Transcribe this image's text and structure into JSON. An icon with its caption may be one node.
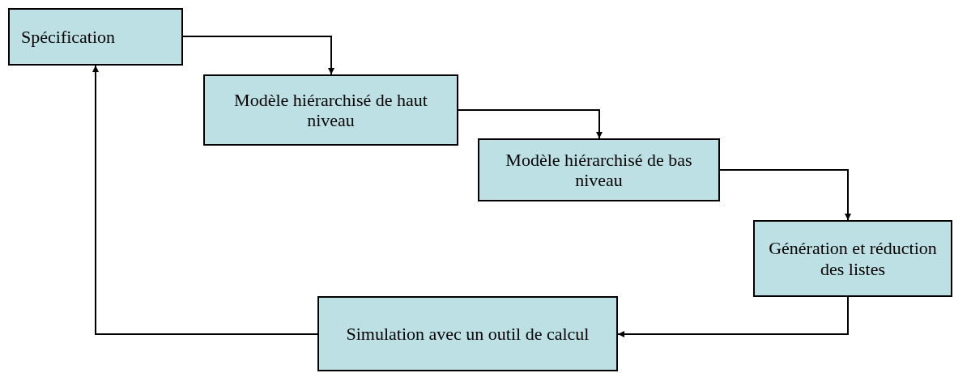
{
  "diagram": {
    "nodes": [
      {
        "text": [
          "Spécification"
        ]
      },
      {
        "text": [
          "Modèle hiérarchisé de haut niveau"
        ]
      },
      {
        "text": [
          "Modèle hiérarchisé de bas niveau"
        ]
      },
      {
        "text": [
          "Génération et réduction des listes"
        ]
      },
      {
        "text": [
          "Simulation avec un outil de calcul"
        ]
      }
    ],
    "edges": [
      {
        "from": 0,
        "to": 1,
        "arrow": "to"
      },
      {
        "from": 1,
        "to": 2,
        "arrow": "to"
      },
      {
        "from": 2,
        "to": 3,
        "arrow": "to"
      },
      {
        "from": 3,
        "to": 4,
        "arrow": "to"
      },
      {
        "from": 4,
        "to": 0,
        "arrow": "to"
      }
    ]
  }
}
